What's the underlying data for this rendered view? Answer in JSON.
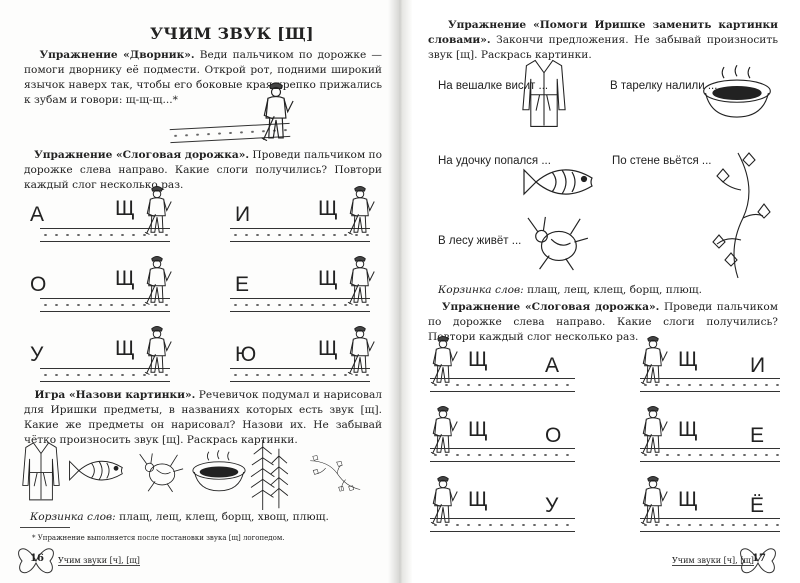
{
  "left_page": {
    "title": "УЧИМ ЗВУК [Щ]",
    "ex1": {
      "name": "Упражнение «Дворник».",
      "text": " Веди пальчиком по дорожке — помоги дворнику её подмести. Открой рот, подними широкий язычок наверх так, чтобы его боковые края крепко прижались к зубам и говори: щ-щ-щ...*"
    },
    "ex2": {
      "name": "Упражнение «Слоговая дорожка».",
      "text": " Проведи пальчиком по дорожке слева направо. Какие слоги получились? Повтори каждый слог несколько раз."
    },
    "syllables": [
      {
        "vowel": "А",
        "cons": "Щ"
      },
      {
        "vowel": "И",
        "cons": "Щ"
      },
      {
        "vowel": "О",
        "cons": "Щ"
      },
      {
        "vowel": "Е",
        "cons": "Щ"
      },
      {
        "vowel": "У",
        "cons": "Щ"
      },
      {
        "vowel": "Ю",
        "cons": "Щ"
      }
    ],
    "game": {
      "name": "Игра «Назови картинки».",
      "text": " Речевичок подумал и нарисовал для Иришки предметы, в названиях которых есть звук [щ]. Какие же предметы он нарисовал? Назови их. Не забывай чётко произносить звук [щ]. Раскрась картинки."
    },
    "basket_label": "Корзинка слов:",
    "basket_words": " плащ, лещ, клещ, борщ, хвощ, плющ.",
    "footnote": "* Упражнение выполняется после постановки звука [щ] логопедом.",
    "page_number": "16",
    "footer_title": "Учим звуки [ч], [щ]"
  },
  "right_page": {
    "ex1": {
      "name": "Упражнение «Помоги Иришке заменить картинки словами».",
      "text": " Закончи предложения. Не забывай произносить звук [щ]. Раскрась картинки."
    },
    "sentences": [
      "На вешалке висит ...",
      "В тарелку налили ...",
      "На удочку попался ...",
      "По стене вьётся ...",
      "В лесу живёт ..."
    ],
    "basket_label": "Корзинка слов:",
    "basket_words": " плащ, лещ, клещ, борщ, плющ.",
    "ex2": {
      "name": "Упражнение «Слоговая дорожка».",
      "text": " Проведи пальчиком по дорожке слева направо. Какие слоги получились? Повтори каждый слог несколько раз."
    },
    "syllables": [
      {
        "cons": "Щ",
        "vowel": "А"
      },
      {
        "cons": "Щ",
        "vowel": "И"
      },
      {
        "cons": "Щ",
        "vowel": "О"
      },
      {
        "cons": "Щ",
        "vowel": "Е"
      },
      {
        "cons": "Щ",
        "vowel": "У"
      },
      {
        "cons": "Щ",
        "vowel": "Ё"
      }
    ],
    "page_number": "17",
    "footer_title": "Учим звуки [ч], [щ]"
  }
}
